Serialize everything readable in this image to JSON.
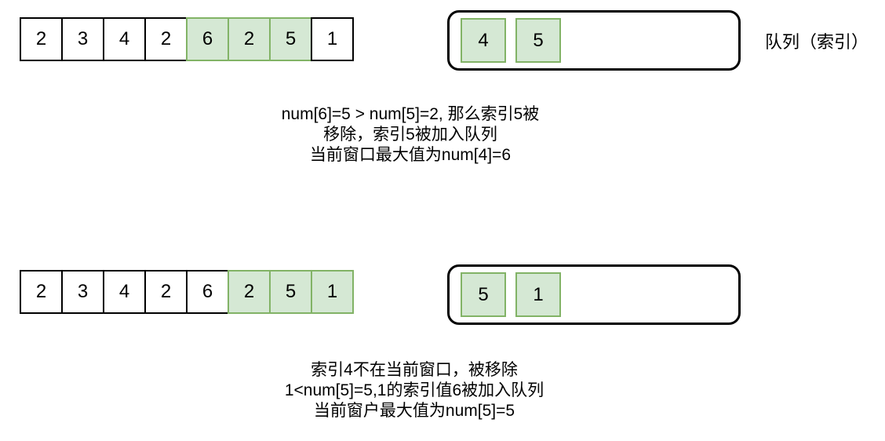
{
  "colors": {
    "highlight_fill": "#d5e8d4",
    "highlight_stroke": "#82b366",
    "outline": "#000000",
    "background": "#ffffff"
  },
  "rows": [
    {
      "array": {
        "cells": [
          {
            "value": "2",
            "highlight": false
          },
          {
            "value": "3",
            "highlight": false
          },
          {
            "value": "4",
            "highlight": false
          },
          {
            "value": "2",
            "highlight": false
          },
          {
            "value": "6",
            "highlight": true
          },
          {
            "value": "2",
            "highlight": true
          },
          {
            "value": "5",
            "highlight": true
          },
          {
            "value": "1",
            "highlight": false
          }
        ]
      },
      "queue": {
        "items": [
          "4",
          "5"
        ],
        "label": "队列（索引）"
      },
      "caption": {
        "lines": [
          "num[6]=5  > num[5]=2, 那么索引5被",
          "移除，索引5被加入队列",
          "当前窗口最大值为num[4]=6"
        ]
      }
    },
    {
      "array": {
        "cells": [
          {
            "value": "2",
            "highlight": false
          },
          {
            "value": "3",
            "highlight": false
          },
          {
            "value": "4",
            "highlight": false
          },
          {
            "value": "2",
            "highlight": false
          },
          {
            "value": "6",
            "highlight": false
          },
          {
            "value": "2",
            "highlight": true
          },
          {
            "value": "5",
            "highlight": true
          },
          {
            "value": "1",
            "highlight": true
          }
        ]
      },
      "queue": {
        "items": [
          "5",
          "1"
        ],
        "label": ""
      },
      "caption": {
        "lines": [
          "索引4不在当前窗口，被移除",
          "1<num[5]=5,1的索引值6被加入队列",
          "当前窗户最大值为num[5]=5"
        ]
      }
    }
  ]
}
